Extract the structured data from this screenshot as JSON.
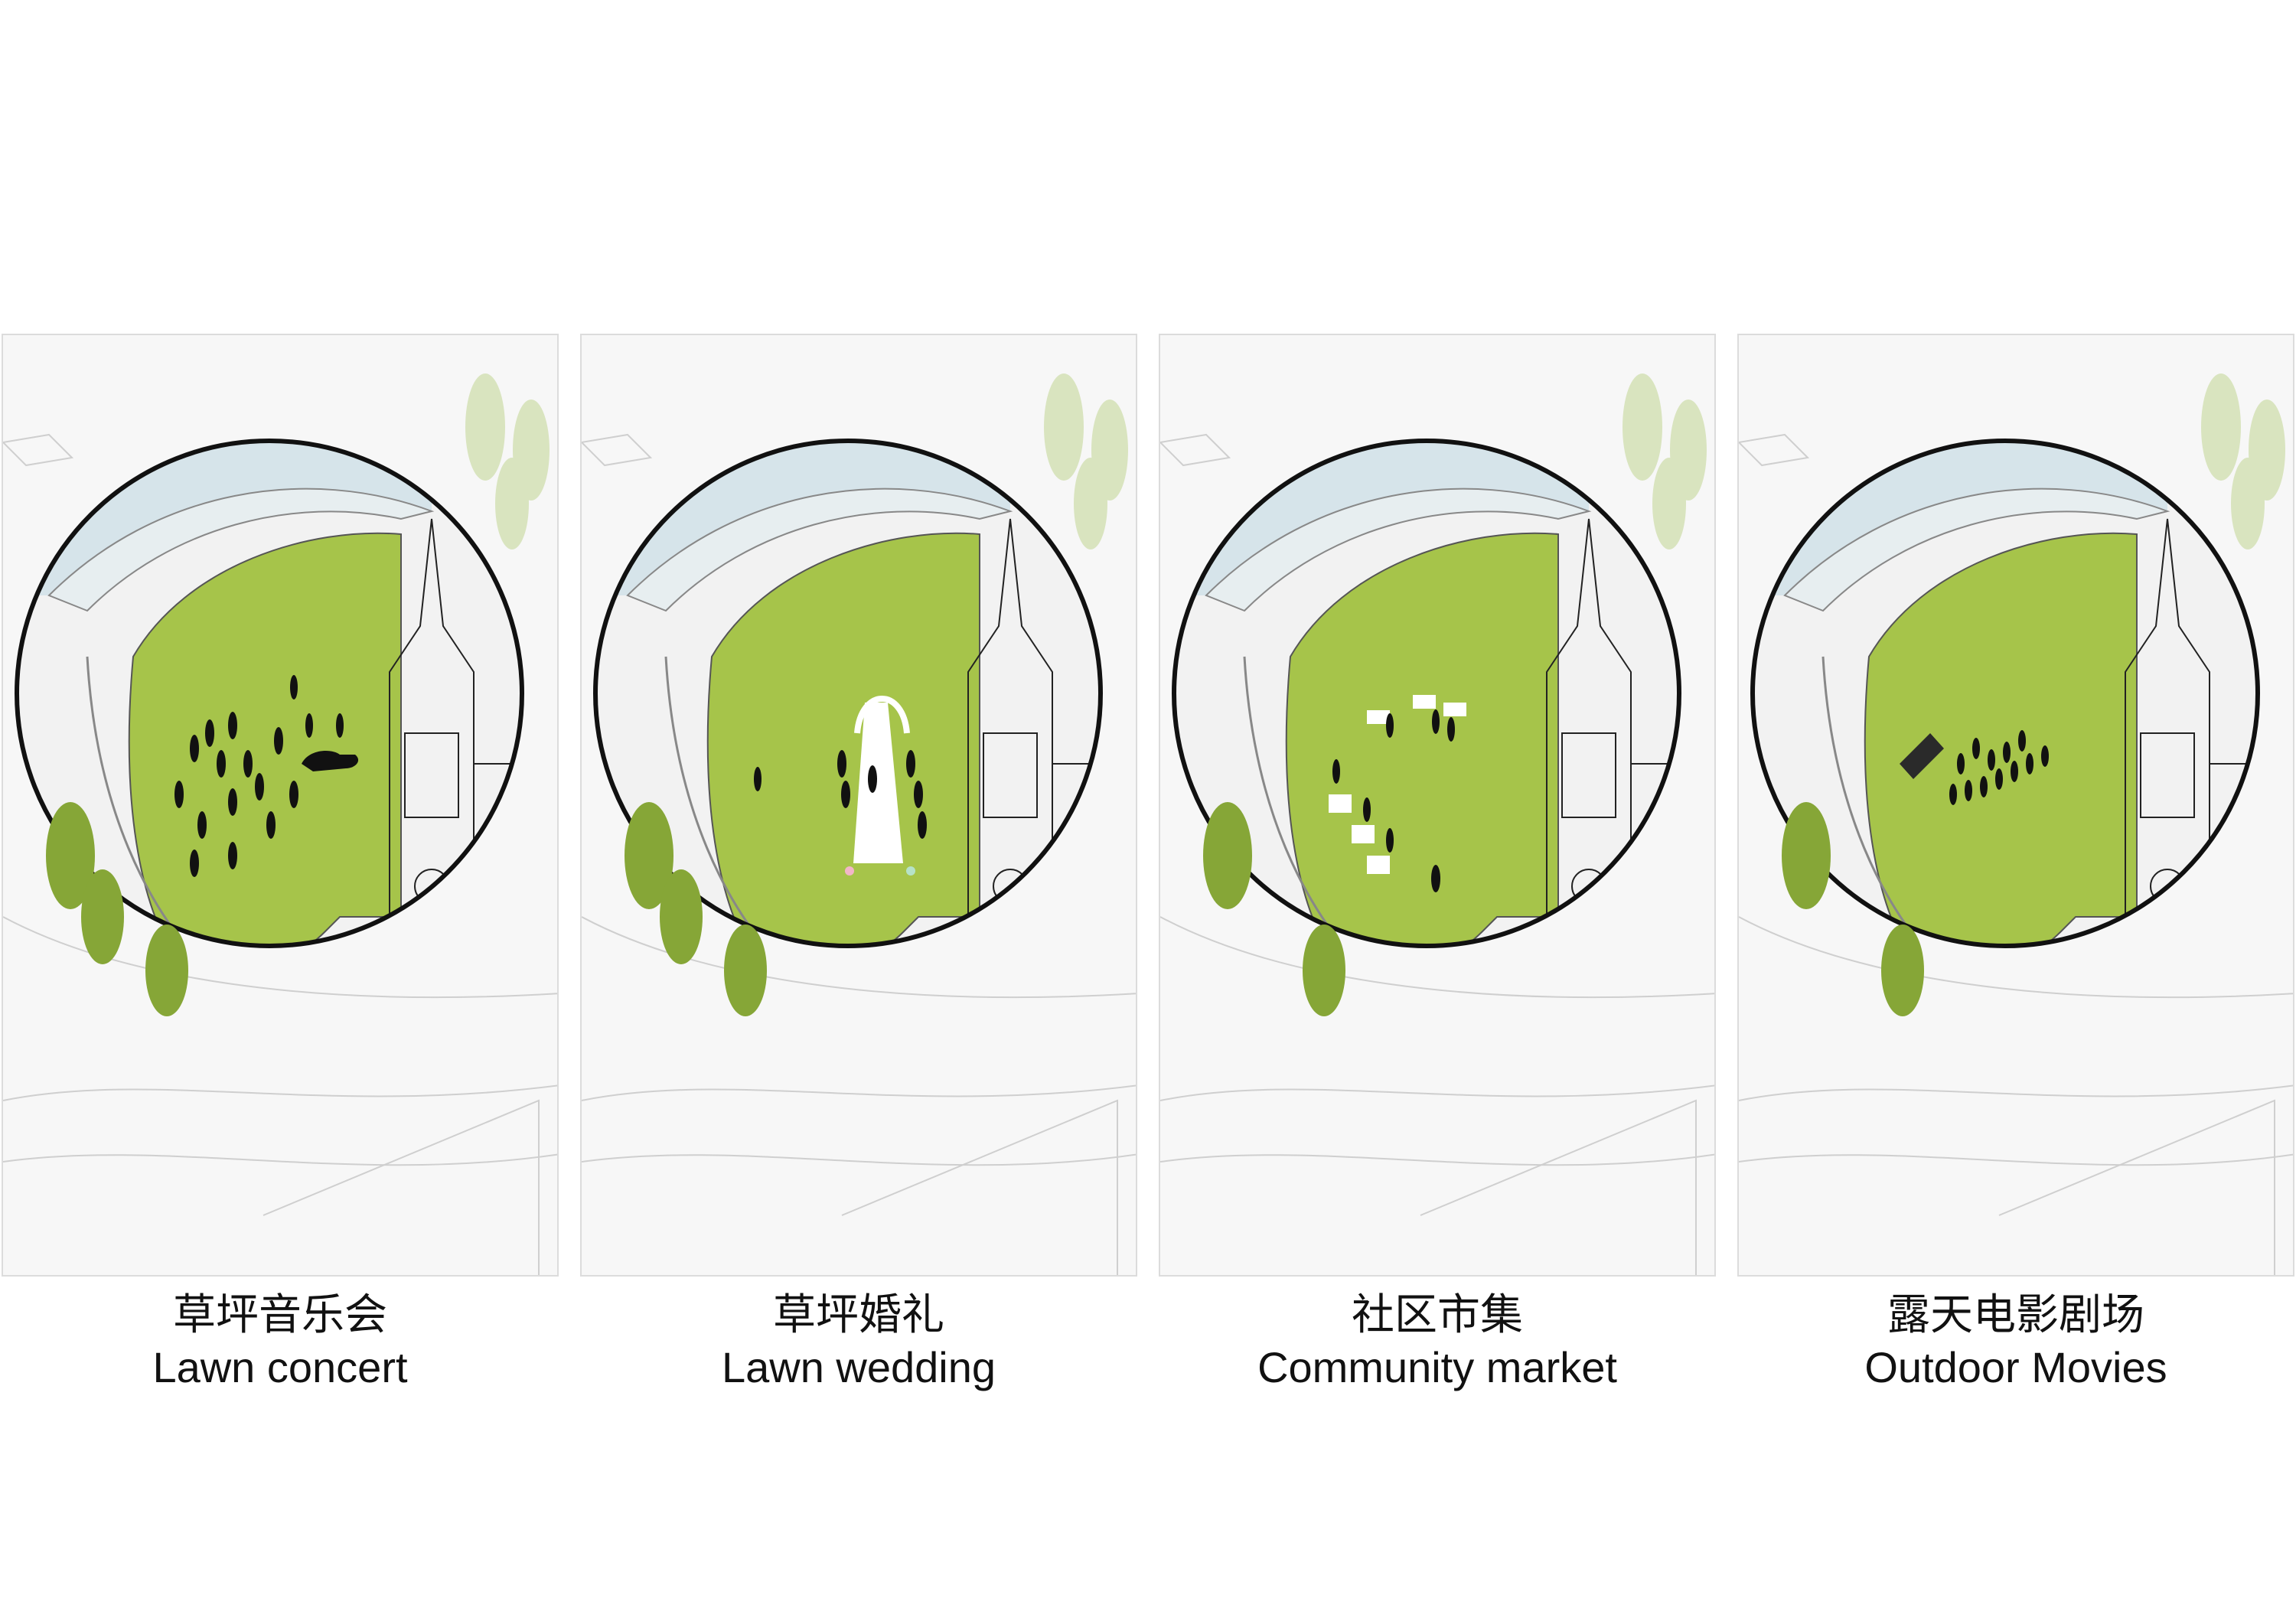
{
  "panels": [
    {
      "id": "lawn-concert",
      "title_zh": "草坪音乐会",
      "title_en": "Lawn concert"
    },
    {
      "id": "lawn-wedding",
      "title_zh": "草坪婚礼",
      "title_en": "Lawn wedding"
    },
    {
      "id": "community-market",
      "title_zh": "社区市集",
      "title_en": "Community market"
    },
    {
      "id": "outdoor-movies",
      "title_zh": "露天电影剧场",
      "title_en": "Outdoor Movies"
    }
  ],
  "colors": {
    "lawn": "#a6c44a",
    "water": "#d6e4ea",
    "tree_light": "#d9e4bf",
    "tree_dark": "#86a637",
    "outline": "#111111"
  }
}
